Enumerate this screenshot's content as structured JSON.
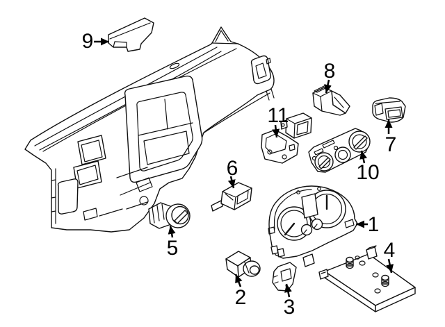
{
  "diagram": {
    "description": "Exploded line-art parts diagram of a vehicle instrument panel: cluster, switches, heater control and modules",
    "background_color": "#ffffff",
    "line_color": "#111111",
    "callouts": [
      {
        "number": "1",
        "part": "instrument-cluster"
      },
      {
        "number": "2",
        "part": "sensor"
      },
      {
        "number": "3",
        "part": "sensor-bracket"
      },
      {
        "number": "4",
        "part": "control-module"
      },
      {
        "number": "5",
        "part": "headlamp-switch"
      },
      {
        "number": "6",
        "part": "rocker-switch"
      },
      {
        "number": "7",
        "part": "push-switch"
      },
      {
        "number": "8",
        "part": "angled-switch"
      },
      {
        "number": "9",
        "part": "display-unit"
      },
      {
        "number": "10",
        "part": "heater-control-panel"
      },
      {
        "number": "11",
        "part": "module-mounting-bracket"
      }
    ]
  }
}
